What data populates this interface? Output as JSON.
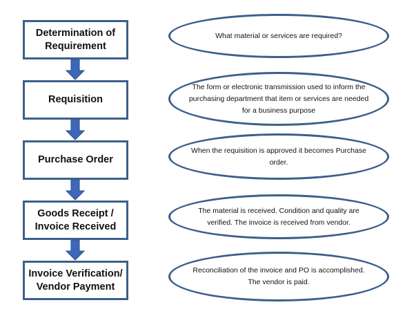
{
  "steps": [
    {
      "title": "Determination of\nRequirement",
      "description": "What material or services are required?"
    },
    {
      "title": "Requisition",
      "description": "The form or electronic transmission used to inform the purchasing department that item or services are needed for a business purpose"
    },
    {
      "title": "Purchase Order",
      "description": "When the requisition is approved it becomes Purchase order."
    },
    {
      "title": "Goods Receipt /\nInvoice Received",
      "description": "The material is received. Condition and quality are verified. The invoice is received from vendor."
    },
    {
      "title": "Invoice Verification/\nVendor Payment",
      "description": "Reconciliation of the invoice and PO is accomplished. The vendor is paid."
    }
  ],
  "colors": {
    "border": "#3c5f8a",
    "arrow": "#3d67b8",
    "text": "#111111"
  }
}
